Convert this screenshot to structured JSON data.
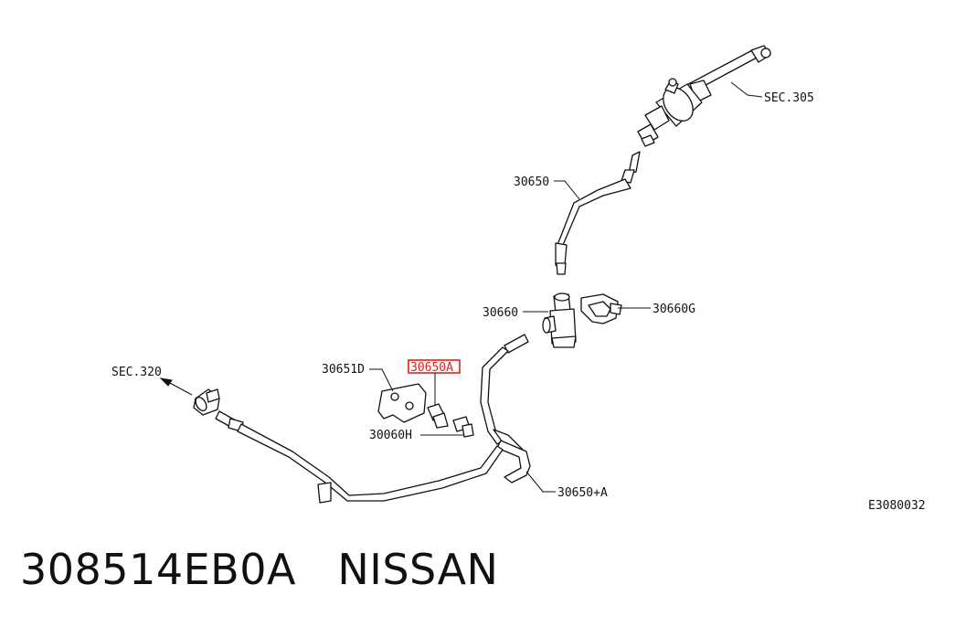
{
  "labels": {
    "sec305": "SEC.305",
    "p30650": "30650",
    "p30660": "30660",
    "p30660G": "30660G",
    "p30651D": "30651D",
    "p30650A": "30650A",
    "p30060H": "30060H",
    "sec320": "SEC.320",
    "p30650plusA": "30650+A",
    "diagram_code": "E3080032"
  },
  "caption": {
    "part_number": "308514EB0A",
    "brand": "NISSAN"
  },
  "colors": {
    "highlight": "#e02020",
    "ink": "#111111"
  }
}
